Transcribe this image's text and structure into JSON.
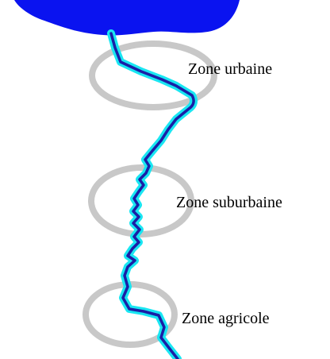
{
  "colors": {
    "water_body": "#0a13f0",
    "river_core": "#1b1ea6",
    "river_glow": "#19e6f2",
    "zone_ring": "#c8c8c8",
    "label_text": "#000000",
    "background": "#ffffff"
  },
  "zones": [
    {
      "id": "urbaine",
      "label": "Zone urbaine"
    },
    {
      "id": "suburbaine",
      "label": "Zone suburbaine"
    },
    {
      "id": "agricole",
      "label": "Zone agricole"
    }
  ]
}
